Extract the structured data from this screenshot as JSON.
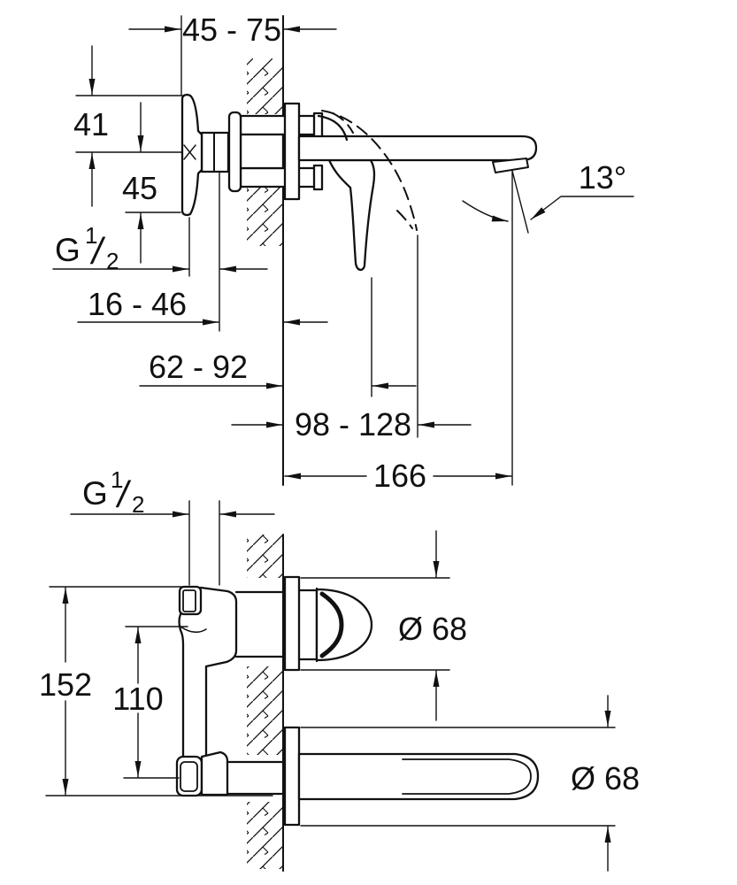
{
  "top_view": {
    "dim_depth_range": "45 - 75",
    "dim_top_offset": "41",
    "dim_bottom_offset": "45",
    "thread_label": {
      "base": "G",
      "numerator": "1",
      "slash": "/",
      "denominator": "2"
    },
    "dim_connection_range": "16 - 46",
    "dim_lever_closed_range": "62 - 92",
    "dim_lever_open_range": "98 - 128",
    "dim_spout_reach": "166",
    "spout_angle": "13°"
  },
  "bottom_view": {
    "thread_label": {
      "base": "G",
      "numerator": "1",
      "slash": "/",
      "denominator": "2"
    },
    "dim_total_height": "152",
    "dim_port_spacing": "110",
    "dia_escutcheon_upper": "Ø 68",
    "dia_escutcheon_lower": "Ø 68"
  },
  "colors": {
    "line": "#111111",
    "background": "#ffffff"
  }
}
